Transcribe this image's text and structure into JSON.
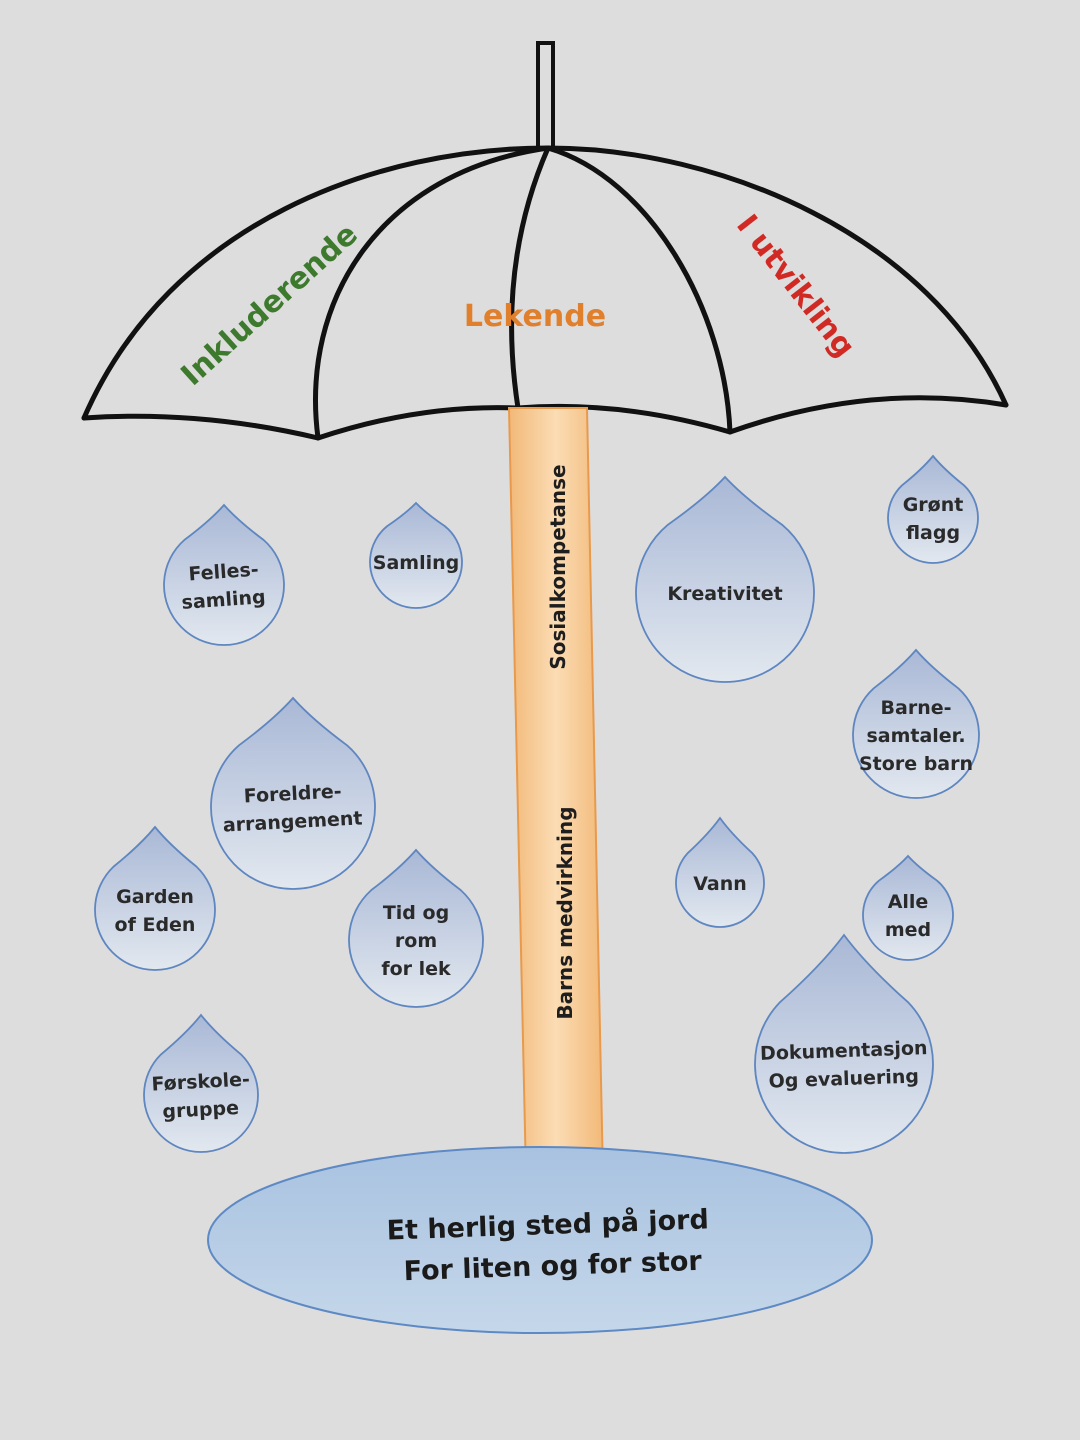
{
  "canopy": {
    "left_label": "Inkluderende",
    "center_label": "Lekende",
    "right_label": "I utvikling",
    "colors": {
      "left": "#3d7a2e",
      "center": "#e0802c",
      "right": "#d12a25"
    }
  },
  "pole": {
    "upper_label": "Sosialkompetanse",
    "lower_label": "Barns medvirkning",
    "fill_color": "#f5c58c"
  },
  "drops": [
    {
      "id": "felles-samling",
      "lines": [
        "Felles-",
        "samling"
      ]
    },
    {
      "id": "samling",
      "lines": [
        "Samling"
      ]
    },
    {
      "id": "kreativitet",
      "lines": [
        "Kreativitet"
      ]
    },
    {
      "id": "gront-flagg",
      "lines": [
        "Grønt",
        "flagg"
      ]
    },
    {
      "id": "barnesamtaler",
      "lines": [
        "Barne-",
        "samtaler.",
        "Store barn"
      ]
    },
    {
      "id": "foreldrearrangement",
      "lines": [
        "Foreldre-",
        "arrangement"
      ]
    },
    {
      "id": "garden-of-eden",
      "lines": [
        "Garden",
        "of Eden"
      ]
    },
    {
      "id": "tid-og-rom",
      "lines": [
        "Tid og",
        "rom",
        "for lek"
      ]
    },
    {
      "id": "vann",
      "lines": [
        "Vann"
      ]
    },
    {
      "id": "alle-med",
      "lines": [
        "Alle",
        "med"
      ]
    },
    {
      "id": "dokumentasjon",
      "lines": [
        "Dokumentasjon",
        "Og evaluering"
      ]
    },
    {
      "id": "forskolegruppe",
      "lines": [
        "Førskole-",
        "gruppe"
      ]
    }
  ],
  "puddle": {
    "line1": "Et herlig sted på jord",
    "line2": "For liten og for stor"
  }
}
